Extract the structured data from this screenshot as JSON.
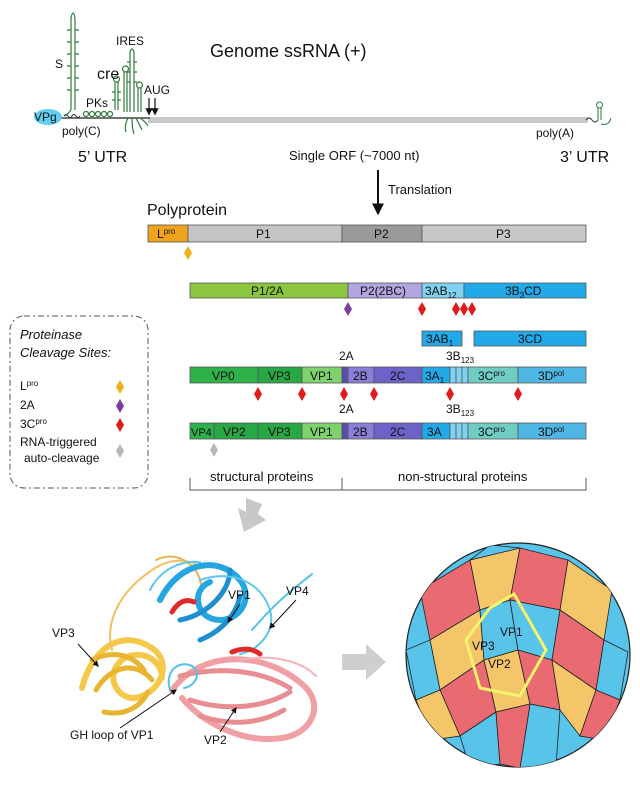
{
  "genome": {
    "title": "Genome ssRNA (+)",
    "s": "S",
    "ires": "IRES",
    "cre": "cre",
    "aug": "AUG",
    "pks": "PKs",
    "vpg": "VPg",
    "polyc": "poly(C)",
    "utr5": "5’ UTR",
    "polya": "poly(A)",
    "utr3": "3’ UTR",
    "orf": "Single ORF (~7000 nt)",
    "translation": "Translation"
  },
  "polyprotein": {
    "title": "Polyprotein",
    "lpro_base": "L",
    "lpro_sup": "pro",
    "p1": "P1",
    "p2": "P2",
    "p3": "P3"
  },
  "row2": {
    "p12a": "P1/2A",
    "p22bc": "P2(2BC)",
    "ab12_base": "3AB",
    "ab12_sub": "12",
    "b3cd_base": "3B",
    "b3cd_sub": "3",
    "b3cd_rest": "CD"
  },
  "row3": {
    "ab1_base": "3AB",
    "ab1_sub": "1",
    "cd": "3CD"
  },
  "row4": {
    "label_2a": "2A",
    "label_3b_base": "3B",
    "label_3b_sub": "123",
    "vp0": "VP0",
    "vp3": "VP3",
    "vp1": "VP1",
    "b2": "2B",
    "c2": "2C",
    "a1_base": "3A",
    "a1_sub": "1",
    "c3_base": "3C",
    "c3_sup": "pro",
    "d3_base": "3D",
    "d3_sup": "pol"
  },
  "row5": {
    "label_2a": "2A",
    "label_3b_base": "3B",
    "label_3b_sub": "123",
    "vp4": "VP4",
    "vp2": "VP2",
    "vp3": "VP3",
    "vp1": "VP1",
    "b2": "2B",
    "c2": "2C",
    "a3": "3A",
    "c3_base": "3C",
    "c3_sup": "pro",
    "d3_base": "3D",
    "d3_sup": "pol"
  },
  "legend": {
    "title_line1": "Proteinase",
    "title_line2": "Cleavage Sites:",
    "lpro_base": "L",
    "lpro_sup": "pro",
    "a2": "2A",
    "c3_base": "3C",
    "c3_sup": "pro",
    "rna_line1": "RNA-triggered",
    "rna_line2": "auto-cleavage"
  },
  "groups": {
    "structural": "structural proteins",
    "nonstructural": "non-structural proteins"
  },
  "protomer": {
    "vp1": "VP1",
    "vp4": "VP4",
    "vp3": "VP3",
    "gh": "GH loop of VP1",
    "vp2": "VP2"
  },
  "capsid": {
    "vp3": "VP3",
    "vp1": "VP1",
    "vp2": "VP2"
  },
  "colors": {
    "lpro": "#f0a41e",
    "p1": "#c4c4c4",
    "p2": "#9a9a9a",
    "p3": "#c8c8c8",
    "p12a": "#8cc63e",
    "p22bc": "#b3a6e0",
    "ab": "#7fd3f2",
    "b3cd": "#22a9e8",
    "vp0": "#2db24a",
    "vp3": "#28a745",
    "vp1": "#7ed36f",
    "s2b": "#8a7fd6",
    "s2c": "#6c63c9",
    "a3": "#22a9e8",
    "c3": "#70cdc4",
    "d3": "#4fb7e6",
    "diamond_lpro": "#f2b217",
    "diamond_2a": "#7a3fa0",
    "diamond_3c": "#e01b1b",
    "diamond_auto": "#b8b8b8",
    "capsid_red": "#ea6a72",
    "capsid_blue": "#58c4ea",
    "capsid_yellow": "#f5c56a",
    "highlight": "#f5f56a"
  }
}
